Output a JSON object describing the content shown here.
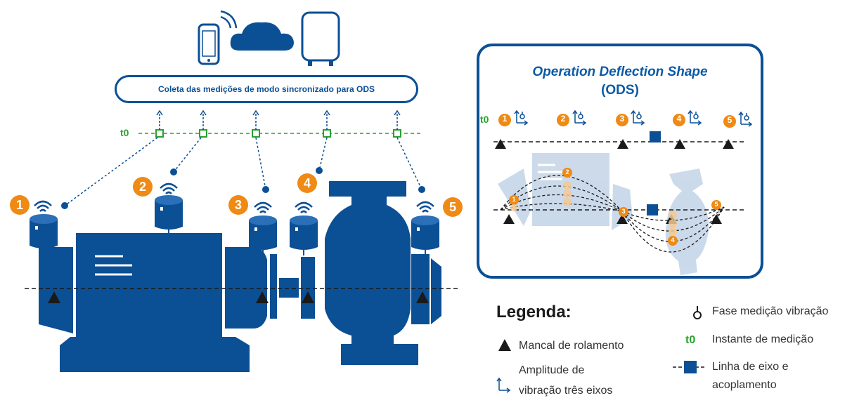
{
  "colors": {
    "machine_blue": "#0b4f95",
    "orange": "#ef8a14",
    "green": "#27a22e",
    "light_blue": "#c6d6e8"
  },
  "icons": [
    "smartphone-icon",
    "cloud-icon",
    "gateway-icon",
    "wifi-icon",
    "sensor-icon",
    "triangle-bearing-icon",
    "phase-icon",
    "axes-icon",
    "coupling-icon"
  ],
  "banner": {
    "text": "Coleta das medições de modo sincronizado para ODS"
  },
  "timeline": {
    "label": "t0"
  },
  "sensors": [
    {
      "number": "1"
    },
    {
      "number": "2"
    },
    {
      "number": "3"
    },
    {
      "number": "4"
    },
    {
      "number": "5"
    }
  ],
  "ods": {
    "title": "Operation Deflection Shape",
    "subtitle": "(ODS)",
    "t0_label": "t0",
    "points": [
      "1",
      "2",
      "3",
      "4",
      "5"
    ]
  },
  "legend": {
    "title": "Legenda:",
    "bearing": "Mancal de rolamento",
    "amplitude_line1": "Amplitude de",
    "amplitude_line2": "vibração três eixos",
    "phase": "Fase medição vibração",
    "t0_symbol": "t0",
    "t0_text": "Instante de medição",
    "shaft_line1": "Linha de eixo e",
    "shaft_line2": "acoplamento"
  }
}
